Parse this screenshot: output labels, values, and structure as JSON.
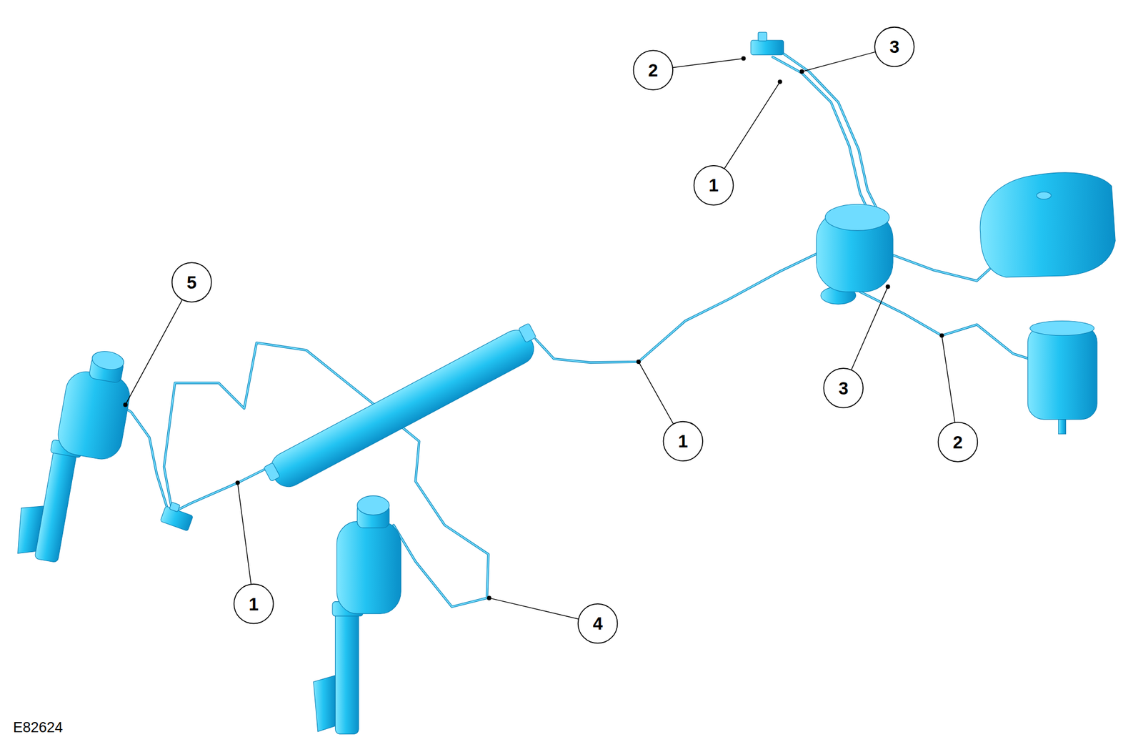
{
  "diagram": {
    "labels": [
      "2",
      "3",
      "1",
      "5",
      "1",
      "3",
      "2",
      "1",
      "4",
      "E82624"
    ]
  }
}
